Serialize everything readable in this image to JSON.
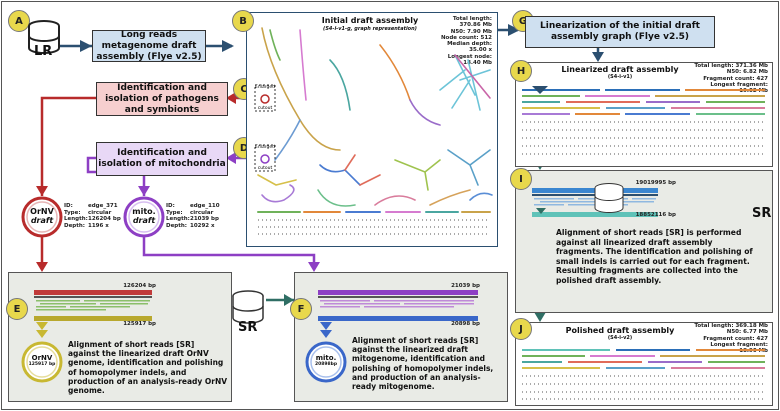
{
  "badges": [
    "A",
    "B",
    "C",
    "D",
    "E",
    "F",
    "G",
    "H",
    "I",
    "J"
  ],
  "colors": {
    "blue_box": "#cfe0f0",
    "red_box": "#f6cfcf",
    "purple_box": "#e8d8f6",
    "panel_gray": "#e9ebe6",
    "red": "#b82b2b",
    "purple": "#8d3fc4",
    "teal": "#2f6e64",
    "navy": "#2b4f70",
    "olive": "#c8b832",
    "blue_circle": "#3a67c9"
  },
  "boxes": {
    "lr_assembly": "Long reads metagenome draft assembly (Flye v2.5)",
    "pathogens": "Identification and isolation of pathogens and symbionts",
    "mito_iso": "Identification and isolation of mitochondria",
    "linearization": "Linearization of the initial draft assembly graph (Flye v2.5)"
  },
  "icons": {
    "lr_label": "LR",
    "sr_label": "SR"
  },
  "panel_b": {
    "title": "Initial draft assembly",
    "subtitle": "(S4-i-v1-g, graph representation)",
    "stats": [
      "Total length: 370.86 Mb",
      "N50: 7.90 Mb",
      "Node count: 512",
      "Median depth: 35.00 x",
      "Longest node: 18.40 Mb"
    ],
    "enlarged_label": "Enlarged",
    "cutout_label": "cutout"
  },
  "panel_h": {
    "title": "Linearized draft assembly",
    "subtitle": "(S4-i-v1)",
    "stats": [
      "Total length: 371.36 Mb",
      "N50: 6.82 Mb",
      "Fragment count: 427",
      "Longest fragment: 19.02 Mb"
    ]
  },
  "panel_i": {
    "top_coord": "19019995 bp",
    "bottom_coord": "18852116 bp",
    "text": "Alignment of short reads [SR] is performed against all linearized draft assembly fragments. The identification and polishing of small indels is carried out for each fragment. Resulting fragments are collected into the polished draft assembly."
  },
  "panel_j": {
    "title": "Polished draft assembly",
    "subtitle": "(S4-i-v2)",
    "stats": [
      "Total length: 369.18 Mb",
      "N50: 6.77 Mb",
      "Fragment count: 427",
      "Longest fragment: 18.90 Mb"
    ]
  },
  "orNV": {
    "circle_top": "OrNV",
    "circle_bottom": "draft",
    "keys": [
      "ID:",
      "Type:",
      "Length:",
      "Depth:"
    ],
    "values": [
      "edge_371",
      "circular",
      "126204 bp",
      "1196 x"
    ]
  },
  "mito": {
    "circle_top": "mito.",
    "circle_bottom": "draft",
    "keys": [
      "ID:",
      "Type:",
      "Length:",
      "Depth:"
    ],
    "values": [
      "edge_110",
      "circular",
      "21039 bp",
      "10292 x"
    ]
  },
  "panel_e": {
    "top_coord": "126204 bp",
    "bottom_coord": "125917 bp",
    "text": "Alignment of short reads [SR] against the linearized draft OrNV genome, identification and polishing of homopolymer indels, and production of an analysis-ready OrNV genome.",
    "circle_top": "OrNV",
    "circle_bottom": "125917 bp"
  },
  "panel_f": {
    "top_coord": "21039 bp",
    "bottom_coord": "20898 bp",
    "text": "Alignment of short reads [SR] against the linearized draft mitogenome, identification and polishing of homopolymer indels, and production of an analysis-ready mitogenome.",
    "circle_top": "mito.",
    "circle_bottom": "20898bp"
  }
}
